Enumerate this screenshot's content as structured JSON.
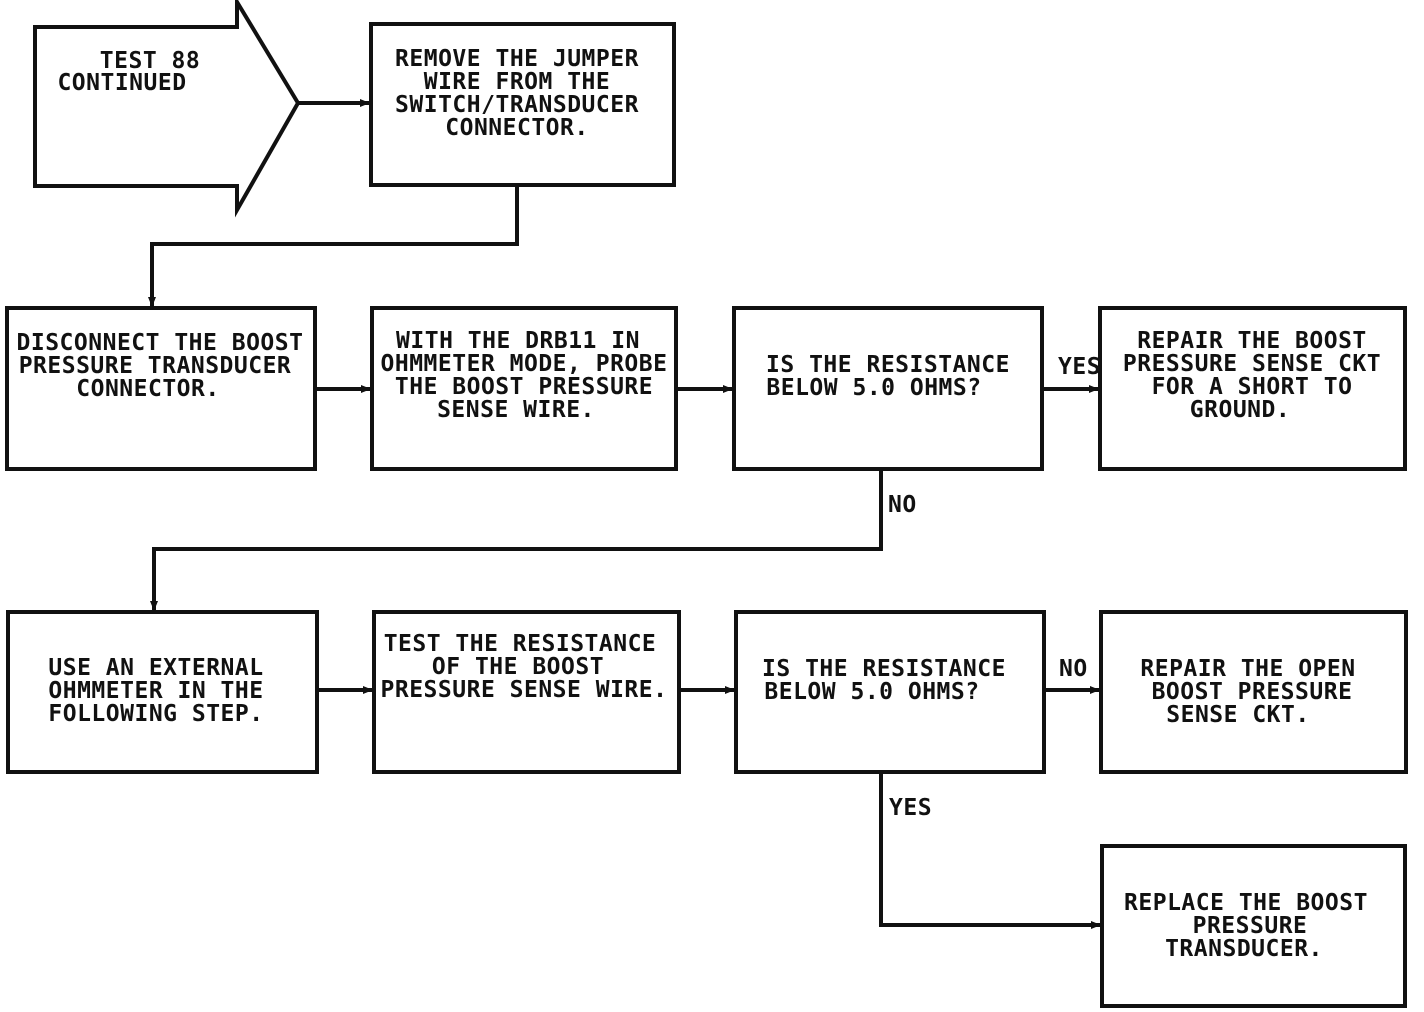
{
  "start": {
    "lines": [
      "TEST 88",
      "CONTINUED"
    ]
  },
  "boxes": {
    "remove_jumper": [
      "REMOVE THE JUMPER",
      "WIRE FROM THE",
      "SWITCH/TRANSDUCER",
      "CONNECTOR."
    ],
    "disconnect": [
      "DISCONNECT THE BOOST",
      "PRESSURE TRANSDUCER",
      "CONNECTOR."
    ],
    "probe": [
      "WITH THE DRB11 IN",
      "OHMMETER MODE, PROBE",
      "THE BOOST PRESSURE",
      "SENSE WIRE."
    ],
    "question1": [
      "IS THE RESISTANCE",
      "BELOW 5.0 OHMS?"
    ],
    "repair_short": [
      "REPAIR THE BOOST",
      "PRESSURE SENSE CKT",
      "FOR A SHORT TO",
      "GROUND."
    ],
    "external_ohmmeter": [
      "USE AN EXTERNAL",
      "OHMMETER IN THE",
      "FOLLOWING STEP."
    ],
    "test_resistance": [
      "TEST THE RESISTANCE",
      "OF THE BOOST",
      "PRESSURE SENSE WIRE."
    ],
    "question2": [
      "IS THE RESISTANCE",
      "BELOW 5.0 OHMS?"
    ],
    "repair_open": [
      "REPAIR THE OPEN",
      "BOOST PRESSURE",
      "SENSE CKT."
    ],
    "replace": [
      "REPLACE THE BOOST",
      "PRESSURE",
      "TRANSDUCER."
    ]
  },
  "labels": {
    "q1_yes": "YES",
    "q1_no": "NO",
    "q2_no": "NO",
    "q2_yes": "YES"
  }
}
